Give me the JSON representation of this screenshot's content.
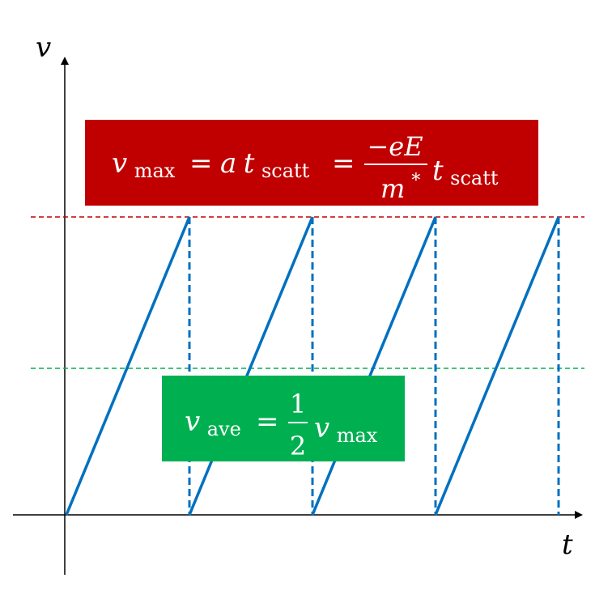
{
  "axes": {
    "y_label": "v",
    "x_label": "t"
  },
  "formula_max": {
    "lhs_var": "v",
    "lhs_sub": "max",
    "eq": "=",
    "mid_a": "a",
    "mid_t": "t",
    "mid_sub": "scatt",
    "eq2": "=",
    "num": "−eE",
    "den": "m",
    "den_sup": "*",
    "rhs_t": "t",
    "rhs_sub": "scatt",
    "bg_color": "#c00000"
  },
  "formula_ave": {
    "lhs_var": "v",
    "lhs_sub": "ave",
    "eq": "=",
    "num": "1",
    "den": "2",
    "rhs_var": "v",
    "rhs_sub": "max",
    "bg_color": "#00b050"
  },
  "colors": {
    "sawtooth": "#0070c0",
    "vmax_line": "#c00000",
    "vave_line": "#00b050",
    "axis": "#000000"
  },
  "sawtooth": {
    "cycles": 4
  }
}
